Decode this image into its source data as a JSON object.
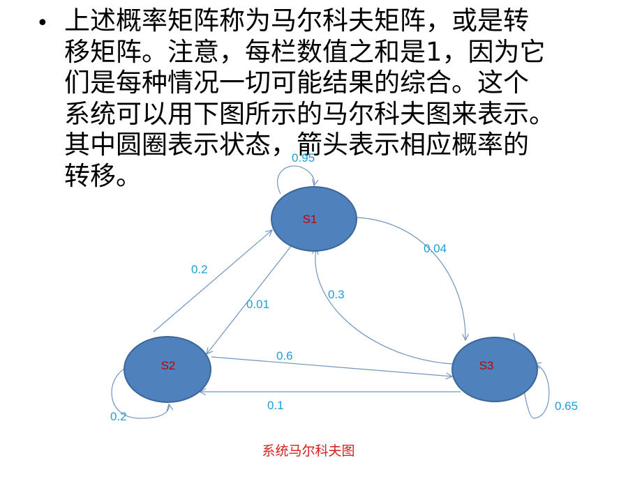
{
  "bullet": {
    "lines": [
      "上述概率矩阵称为马尔科夫矩阵，或是转",
      "移矩阵。注意，每栏数值之和是1，因为它",
      "们是每种情况一切可能结果的综合。这个",
      "系统可以用下图所示的马尔科夫图来表示。",
      "其中圆圈表示状态，箭头表示相应概率的",
      "转移。"
    ]
  },
  "diagram": {
    "colors": {
      "node_fill": "#4f81bd",
      "node_stroke": "#3a6699",
      "edge": "#6f94c0",
      "node_label": "#c00000",
      "edge_label": "#1c9fd6"
    },
    "nodes": {
      "s1": "S1",
      "s2": "S2",
      "s3": "S3"
    },
    "edges": {
      "s1_s1": "0.95",
      "s1_s3": "0.04",
      "s2_s1": "0.2",
      "s1_s2": "0.01",
      "s3_s1": "0.3",
      "s2_s3": "0.6",
      "s3_s2": "0.1",
      "s2_s2": "0.2",
      "s3_s3": "0.65"
    }
  },
  "caption": "系统马尔科夫图"
}
